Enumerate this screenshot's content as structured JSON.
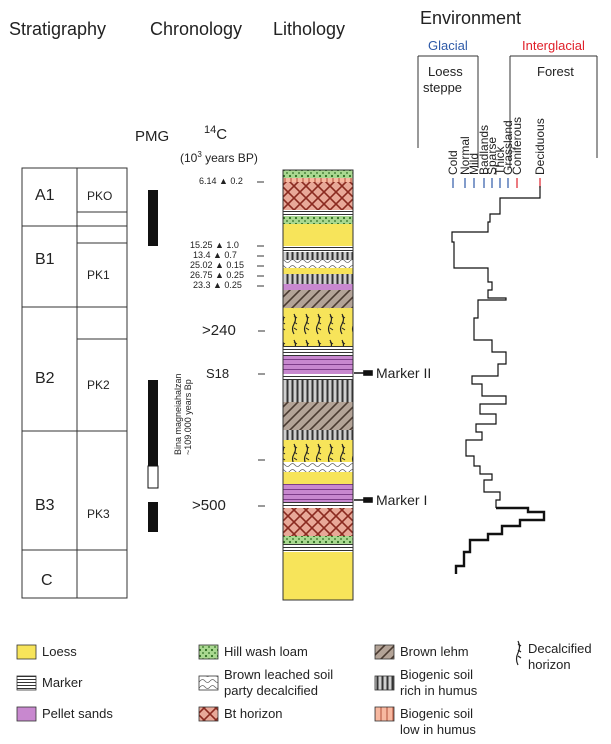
{
  "headers": {
    "stratigraphy": "Stratigraphy",
    "chronology": "Chronology",
    "lithology": "Lithology",
    "environment": "Environment"
  },
  "env": {
    "glacial": "Glacial",
    "interglacial": "Interglacial",
    "loess_steppe_1": "Loess",
    "loess_steppe_2": "steppe",
    "forest": "Forest",
    "classes": [
      "Cold",
      "Normal",
      "Mild",
      "Badlands",
      "Sparse",
      "Thick",
      "Grassland",
      "Coniferous",
      "Deciduous"
    ],
    "colors": {
      "glacial": "#2e5aa8",
      "interglacial": "#e0202a"
    }
  },
  "chronology": {
    "pmg": "PMG",
    "c14": "14C",
    "unit": "(10",
    "unit_exp": "3",
    "unit_tail": " years BP)",
    "dates": [
      "6.14 ▲ 0.2",
      "15.25 ▲ 1.0",
      "13.4 ▲ 0.7",
      "25.02 ▲ 0.15",
      "26.75 ▲ 0.25",
      "23.3 ▲ 0.25"
    ],
    "ages": [
      ">240",
      "S18",
      ">500"
    ],
    "bina": "Bina magneiahalzan",
    "bina_age": "~109.000 years Bp"
  },
  "stratigraphy": {
    "units": [
      "A1",
      "B1",
      "B2",
      "B3",
      "C"
    ],
    "sub_units": [
      "PKO",
      "PK1",
      "PK2",
      "PK3"
    ]
  },
  "markers": [
    "Marker II",
    "Marker I"
  ],
  "legend": {
    "loess": "Loess",
    "marker": "Marker",
    "pellet": "Pellet sands",
    "hill": "Hill wash loam",
    "brown_leached_1": "Brown leached soil",
    "brown_leached_2": "party decalcified",
    "bt": "Bt horizon",
    "brown_lehm": "Brown lehm",
    "biogenic_rich_1": "Biogenic soil",
    "biogenic_rich_2": "rich in humus",
    "biogenic_low_1": "Biogenic soil",
    "biogenic_low_2": "low in humus",
    "decalcified_1": "Decalcified",
    "decalcified_2": "horizon"
  },
  "colors": {
    "loess": "#f7e45a",
    "pellet": "#c080c8",
    "bt": "#e8a898",
    "biogenic_low": "#f7b8a0",
    "hill": "#8fc77a",
    "brown_lehm": "#a8968a"
  }
}
